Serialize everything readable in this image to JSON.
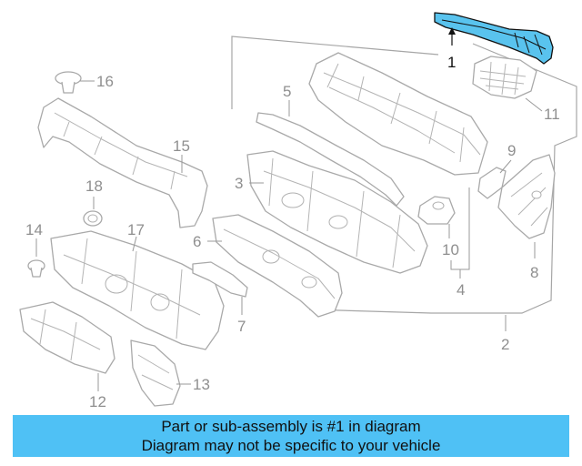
{
  "callouts": {
    "c1": "1",
    "c2": "2",
    "c3": "3",
    "c4": "4",
    "c5": "5",
    "c6": "6",
    "c7": "7",
    "c8": "8",
    "c9": "9",
    "c10": "10",
    "c11": "11",
    "c12": "12",
    "c13": "13",
    "c14": "14",
    "c15": "15",
    "c16": "16",
    "c17": "17",
    "c18": "18"
  },
  "highlight": {
    "part_number": "1",
    "color": "#59c3ee"
  },
  "banner": {
    "line1": "Part or sub-assembly is #1 in diagram",
    "line2": "Diagram may not be specific to your vehicle",
    "background": "#4fc1f5"
  }
}
